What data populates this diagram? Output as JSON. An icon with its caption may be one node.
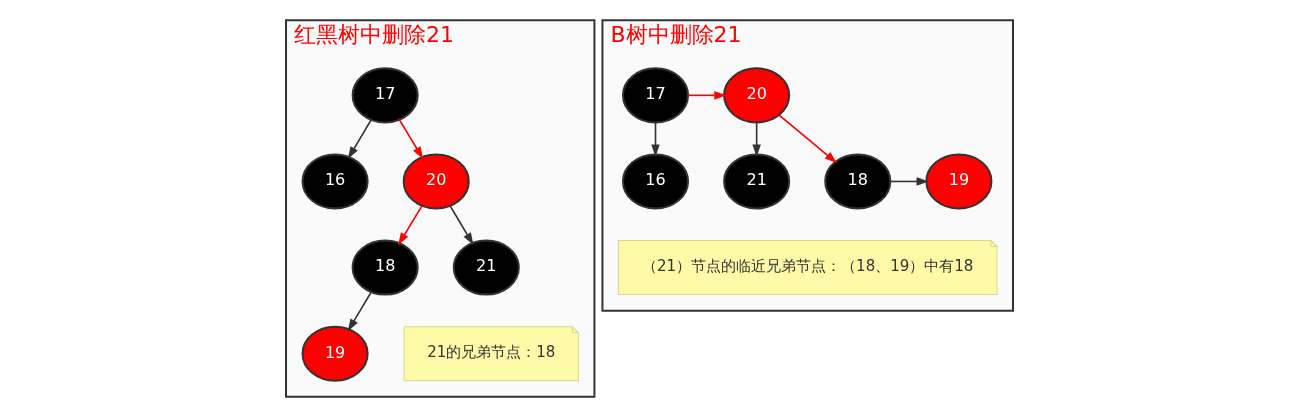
{
  "diagram": {
    "nodes": [
      {
        "text": [
          "红黑树中删除21"
        ]
      },
      {
        "text": [
          "17"
        ],
        "in": 0
      },
      {
        "text": [
          "16"
        ],
        "in": 0
      },
      {
        "text": [
          "20"
        ],
        "in": 0
      },
      {
        "text": [
          "18"
        ],
        "in": 0
      },
      {
        "text": [
          "21"
        ],
        "in": 0
      },
      {
        "text": [
          "19"
        ],
        "in": 0
      },
      {
        "text": [
          "21的兄弟节点：18"
        ],
        "in": 0
      },
      {
        "text": [
          "B树中删除21"
        ]
      },
      {
        "text": [
          "17"
        ],
        "in": 8
      },
      {
        "text": [
          "20"
        ],
        "in": 8
      },
      {
        "text": [
          "16"
        ],
        "in": 8
      },
      {
        "text": [
          "18"
        ],
        "in": 8
      },
      {
        "text": [
          "19"
        ],
        "in": 8
      },
      {
        "text": [
          "21"
        ],
        "in": 8
      },
      {
        "text": [
          "（21）节点的临近兄弟节点：（18、19）中有18"
        ],
        "in": 8
      }
    ],
    "edges": [
      {
        "from": 1,
        "to": 2,
        "arrow": "to"
      },
      {
        "from": 1,
        "to": 3,
        "arrow": "to",
        "color": "#ff0000"
      },
      {
        "from": 3,
        "to": 4,
        "arrow": "to",
        "color": "#ff0000"
      },
      {
        "from": 3,
        "to": 5,
        "arrow": "to"
      },
      {
        "from": 4,
        "to": 6,
        "arrow": "to"
      },
      {
        "from": 9,
        "to": 10,
        "arrow": "to",
        "color": "#ff0000"
      },
      {
        "from": 9,
        "to": 11,
        "arrow": "to"
      },
      {
        "from": 10,
        "to": 12,
        "arrow": "to",
        "color": "#ff0000"
      },
      {
        "from": 10,
        "to": 14,
        "arrow": "to"
      },
      {
        "from": 12,
        "to": 13,
        "arrow": "to"
      }
    ]
  }
}
